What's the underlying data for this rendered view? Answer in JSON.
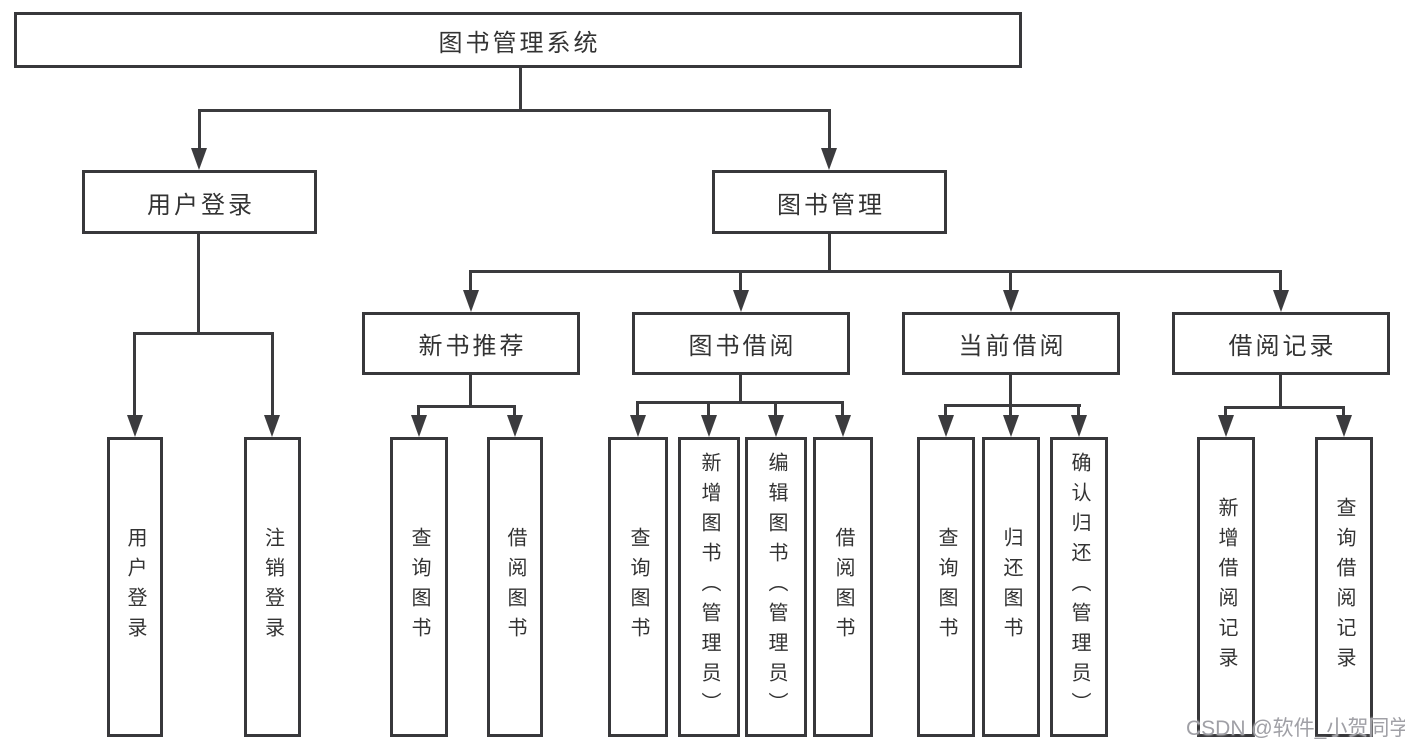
{
  "diagram": {
    "root": {
      "label": "图书管理系统"
    },
    "user_login": {
      "label": "用户登录",
      "children": [
        {
          "label": "用户登录"
        },
        {
          "label": "注销登录"
        }
      ]
    },
    "book_mgmt": {
      "label": "图书管理",
      "sections": [
        {
          "label": "新书推荐",
          "children": [
            {
              "label": "查询图书"
            },
            {
              "label": "借阅图书"
            }
          ]
        },
        {
          "label": "图书借阅",
          "children": [
            {
              "label": "查询图书"
            },
            {
              "label": "新增图书（管理员）"
            },
            {
              "label": "编辑图书（管理员）"
            },
            {
              "label": "借阅图书"
            }
          ]
        },
        {
          "label": "当前借阅",
          "children": [
            {
              "label": "查询图书"
            },
            {
              "label": "归还图书"
            },
            {
              "label": "确认归还（管理员）"
            }
          ]
        },
        {
          "label": "借阅记录",
          "children": [
            {
              "label": "新增借阅记录"
            },
            {
              "label": "查询借阅记录"
            }
          ]
        }
      ]
    },
    "watermark": "CSDN @软件_小贺同学",
    "colors": {
      "line": "#3b3b3e",
      "text": "#333333",
      "watermark": "#a0a0a6",
      "background": "#ffffff"
    }
  }
}
